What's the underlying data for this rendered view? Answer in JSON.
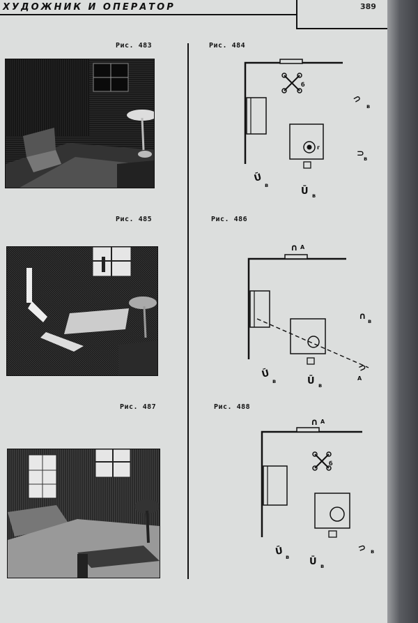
{
  "header": {
    "running_title": "ХУДОЖНИК И ОПЕРАТОР",
    "page_number": "389"
  },
  "figures": {
    "fig483": {
      "caption": "Рис. 483"
    },
    "fig484": {
      "caption": "Рис. 484"
    },
    "fig485": {
      "caption": "Рис. 485"
    },
    "fig486": {
      "caption": "Рис. 486"
    },
    "fig487": {
      "caption": "Рис. 487"
    },
    "fig488": {
      "caption": "Рис. 488"
    }
  },
  "plan_labels": {
    "b": "б",
    "v": "в",
    "g": "г",
    "a": "А"
  },
  "colors": {
    "ink": "#111111",
    "paper": "#dcdedd",
    "background": "#5b5d62"
  }
}
